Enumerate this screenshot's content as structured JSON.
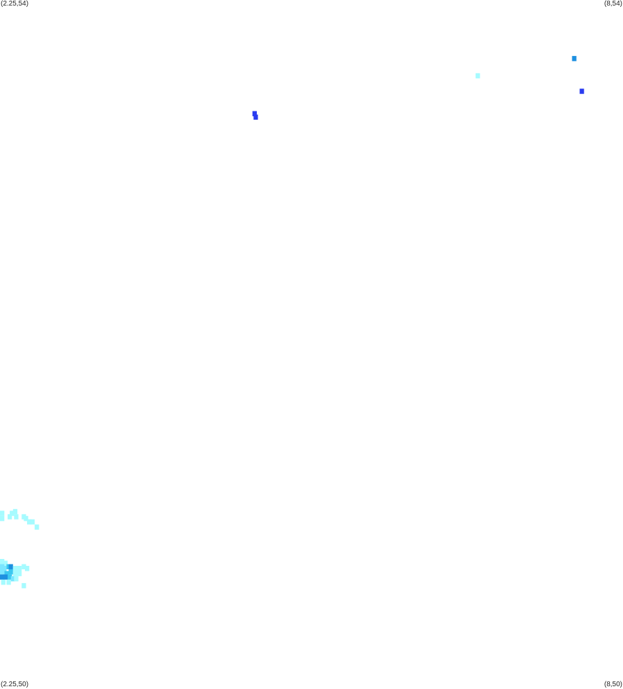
{
  "corners": {
    "top_left": "(2.25,54)",
    "top_right": "(8,54)",
    "bottom_left": "(2.25,50)",
    "bottom_right": "(8,50)"
  },
  "extent": {
    "lon_min": 2.25,
    "lon_max": 8,
    "lat_min": 50,
    "lat_max": 54
  },
  "cell_size_deg": {
    "lon": 0.04,
    "lat": 0.03
  },
  "palette": {
    "level1": "#a6fbff",
    "level2": "#7ae6ff",
    "level3": "#3cc8f0",
    "level4": "#1e90e0",
    "level5": "#2a3cf0"
  },
  "cells": [
    {
      "lon": 7.55,
      "lat": 53.66,
      "level": 4
    },
    {
      "lon": 6.66,
      "lat": 53.56,
      "level": 1
    },
    {
      "lon": 7.62,
      "lat": 53.47,
      "level": 5
    },
    {
      "lon": 4.6,
      "lat": 53.34,
      "level": 5
    },
    {
      "lon": 4.61,
      "lat": 53.32,
      "level": 5
    },
    {
      "lon": 2.26,
      "lat": 50.99,
      "level": 1
    },
    {
      "lon": 2.27,
      "lat": 51.02,
      "level": 1
    },
    {
      "lon": 2.36,
      "lat": 51.02,
      "level": 1
    },
    {
      "lon": 2.39,
      "lat": 51.03,
      "level": 1
    },
    {
      "lon": 2.4,
      "lat": 51.0,
      "level": 1
    },
    {
      "lon": 2.34,
      "lat": 51.0,
      "level": 1
    },
    {
      "lon": 2.47,
      "lat": 51.0,
      "level": 1
    },
    {
      "lon": 2.49,
      "lat": 50.99,
      "level": 1
    },
    {
      "lon": 2.52,
      "lat": 50.97,
      "level": 1
    },
    {
      "lon": 2.55,
      "lat": 50.97,
      "level": 1
    },
    {
      "lon": 2.59,
      "lat": 50.94,
      "level": 1
    },
    {
      "lon": 2.26,
      "lat": 50.74,
      "level": 1
    },
    {
      "lon": 2.3,
      "lat": 50.73,
      "level": 1
    },
    {
      "lon": 2.26,
      "lat": 50.71,
      "level": 2
    },
    {
      "lon": 2.29,
      "lat": 50.7,
      "level": 2
    },
    {
      "lon": 2.33,
      "lat": 50.71,
      "level": 3
    },
    {
      "lon": 2.35,
      "lat": 50.71,
      "level": 4
    },
    {
      "lon": 2.39,
      "lat": 50.7,
      "level": 1
    },
    {
      "lon": 2.43,
      "lat": 50.7,
      "level": 1
    },
    {
      "lon": 2.47,
      "lat": 50.71,
      "level": 1
    },
    {
      "lon": 2.5,
      "lat": 50.7,
      "level": 1
    },
    {
      "lon": 2.27,
      "lat": 50.68,
      "level": 2
    },
    {
      "lon": 2.31,
      "lat": 50.67,
      "level": 3
    },
    {
      "lon": 2.35,
      "lat": 50.68,
      "level": 3
    },
    {
      "lon": 2.39,
      "lat": 50.67,
      "level": 1
    },
    {
      "lon": 2.43,
      "lat": 50.67,
      "level": 1
    },
    {
      "lon": 2.26,
      "lat": 50.65,
      "level": 4
    },
    {
      "lon": 2.3,
      "lat": 50.65,
      "level": 4
    },
    {
      "lon": 2.34,
      "lat": 50.65,
      "level": 3
    },
    {
      "lon": 2.37,
      "lat": 50.64,
      "level": 2
    },
    {
      "lon": 2.4,
      "lat": 50.64,
      "level": 1
    },
    {
      "lon": 2.28,
      "lat": 50.62,
      "level": 1
    },
    {
      "lon": 2.33,
      "lat": 50.62,
      "level": 1
    },
    {
      "lon": 2.47,
      "lat": 50.6,
      "level": 1
    }
  ]
}
